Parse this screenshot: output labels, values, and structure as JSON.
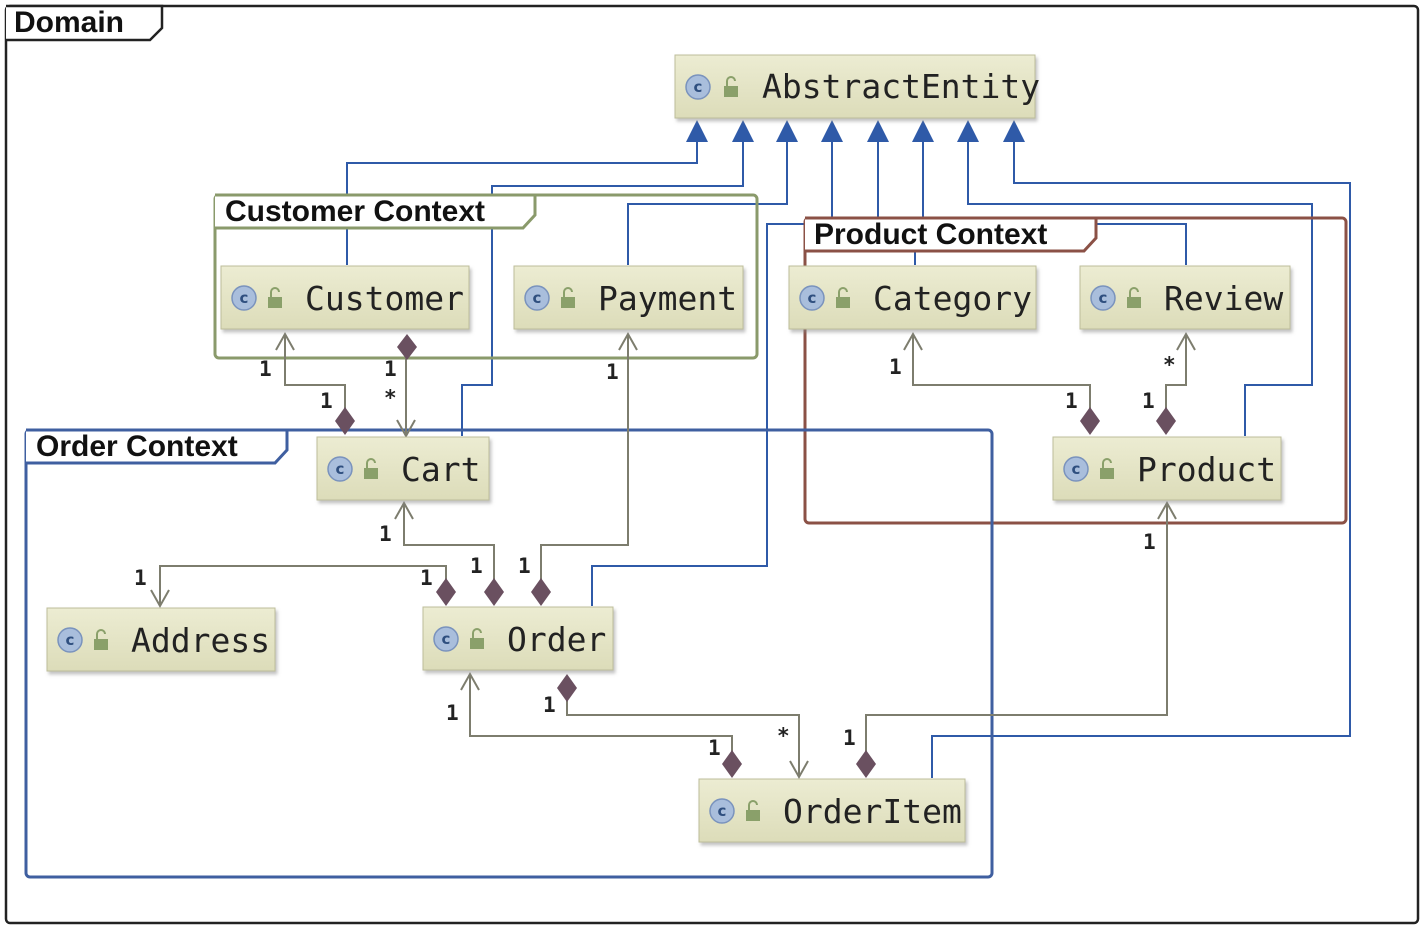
{
  "domain_frame": {
    "title": "Domain"
  },
  "packages": {
    "customer": {
      "title": "Customer Context",
      "color": "#8a9a6b"
    },
    "product": {
      "title": "Product Context",
      "color": "#8b5146"
    },
    "order": {
      "title": "Order Context",
      "color": "#3f5fa0"
    }
  },
  "classes": {
    "abstract_entity": {
      "name": "AbstractEntity",
      "icon": "class-icon"
    },
    "customer": {
      "name": "Customer",
      "icon": "class-icon"
    },
    "payment": {
      "name": "Payment",
      "icon": "class-icon"
    },
    "category": {
      "name": "Category",
      "icon": "class-icon"
    },
    "review": {
      "name": "Review",
      "icon": "class-icon"
    },
    "cart": {
      "name": "Cart",
      "icon": "class-icon"
    },
    "product": {
      "name": "Product",
      "icon": "class-icon"
    },
    "address": {
      "name": "Address",
      "icon": "class-icon"
    },
    "order": {
      "name": "Order",
      "icon": "class-icon"
    },
    "order_item": {
      "name": "OrderItem",
      "icon": "class-icon"
    }
  },
  "icon_letter": "c",
  "multiplicities": {
    "customer_cart_src": "1",
    "customer_cart_dst": "1",
    "customer_cart_comp_src": "1",
    "customer_cart_comp_dst": "*",
    "payment_order": "1",
    "category_product_src": "1",
    "category_product_dst": "1",
    "review_product_src": "*",
    "review_product_dst": "1",
    "cart_order_src": "1",
    "cart_order_dst": "1",
    "payment_order_dst": "1",
    "address_order_src": "1",
    "address_order_dst": "1",
    "product_orderitem_src": "1",
    "product_orderitem_dst": "1",
    "order_orderitem_src": "1",
    "order_orderitem_dst": "1",
    "order_comp_src": "1",
    "order_comp_dst": "*"
  },
  "colors": {
    "inheritance": "#2f5aa8",
    "association": "#7d7d6e",
    "class_fill": "#e4e4c6",
    "composition_diamond": "#6a5060"
  }
}
